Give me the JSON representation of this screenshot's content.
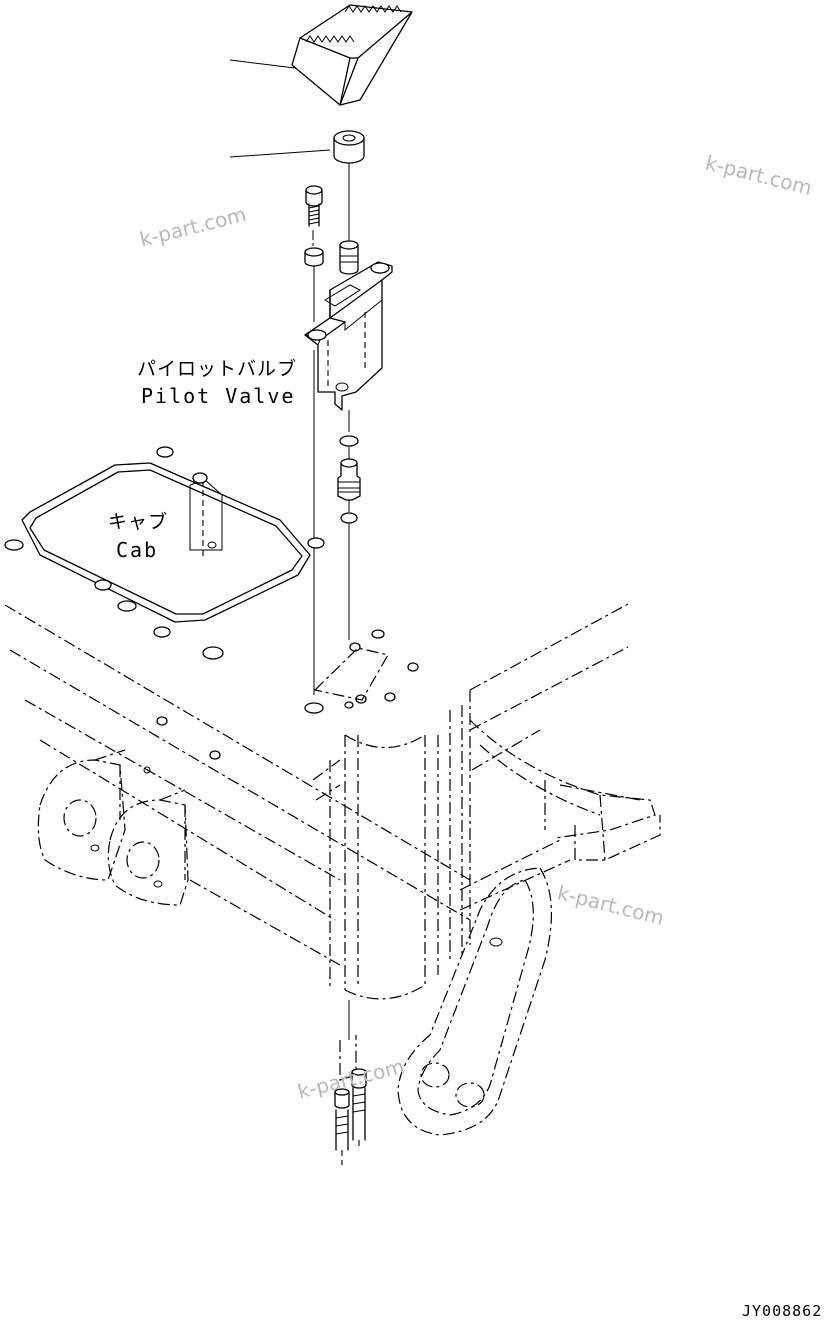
{
  "labels": {
    "pilot_valve_jp": "パイロットバルブ",
    "pilot_valve_en": "Pilot Valve",
    "cab_jp": "キャブ",
    "cab_en": "Cab"
  },
  "watermark": "k-part.com",
  "drawing_code": "JY008862"
}
